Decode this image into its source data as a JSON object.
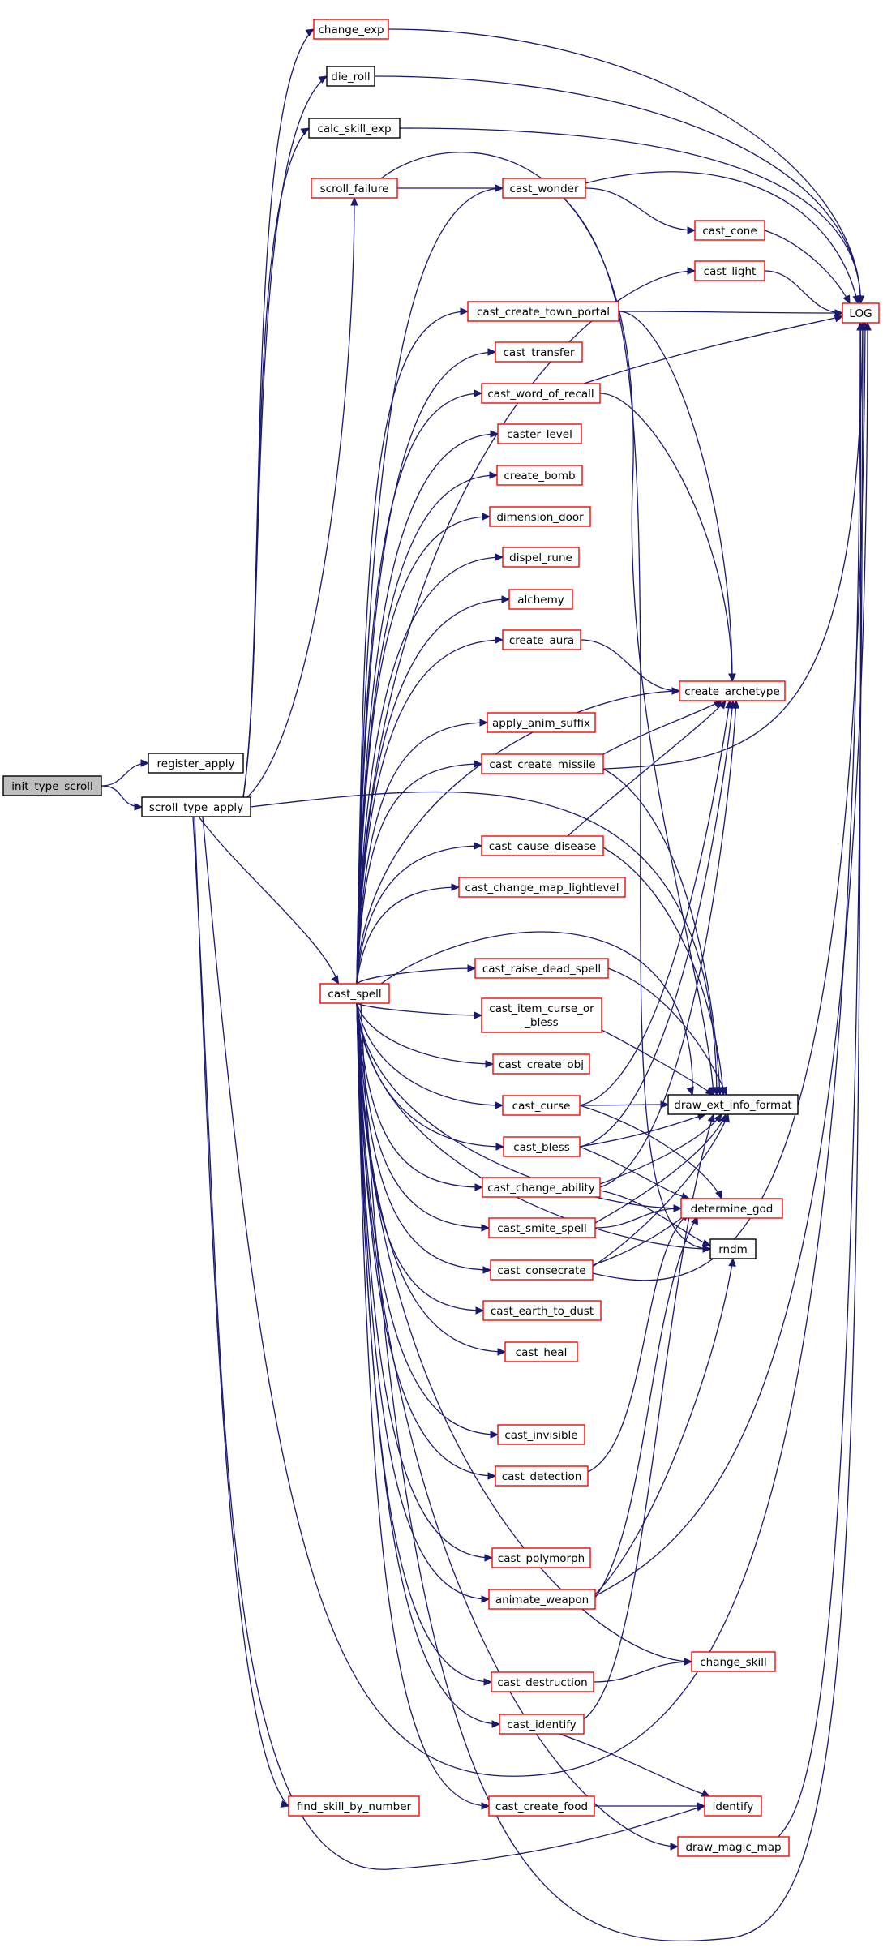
{
  "diagram": {
    "type": "call-graph",
    "colors": {
      "edge": "#191970",
      "link_node_border": "#ff0000",
      "plain_node_border": "#000000",
      "root_fill": "#bfbfbf"
    },
    "nodes": {
      "init_type_scroll": {
        "label": "init_type_scroll",
        "style": "root"
      },
      "register_apply": {
        "label": "register_apply",
        "style": "black"
      },
      "scroll_type_apply": {
        "label": "scroll_type_apply",
        "style": "black"
      },
      "change_exp": {
        "label": "change_exp",
        "style": "red"
      },
      "die_roll": {
        "label": "die_roll",
        "style": "black"
      },
      "calc_skill_exp": {
        "label": "calc_skill_exp",
        "style": "black"
      },
      "scroll_failure": {
        "label": "scroll_failure",
        "style": "red"
      },
      "cast_wonder": {
        "label": "cast_wonder",
        "style": "red"
      },
      "cast_cone": {
        "label": "cast_cone",
        "style": "red"
      },
      "cast_light": {
        "label": "cast_light",
        "style": "red"
      },
      "LOG": {
        "label": "LOG",
        "style": "red"
      },
      "cast_create_town_portal": {
        "label": "cast_create_town_portal",
        "style": "red"
      },
      "cast_transfer": {
        "label": "cast_transfer",
        "style": "red"
      },
      "cast_word_of_recall": {
        "label": "cast_word_of_recall",
        "style": "red"
      },
      "caster_level": {
        "label": "caster_level",
        "style": "red"
      },
      "create_bomb": {
        "label": "create_bomb",
        "style": "red"
      },
      "dimension_door": {
        "label": "dimension_door",
        "style": "red"
      },
      "dispel_rune": {
        "label": "dispel_rune",
        "style": "red"
      },
      "alchemy": {
        "label": "alchemy",
        "style": "red"
      },
      "create_aura": {
        "label": "create_aura",
        "style": "red"
      },
      "create_archetype": {
        "label": "create_archetype",
        "style": "red"
      },
      "apply_anim_suffix": {
        "label": "apply_anim_suffix",
        "style": "red"
      },
      "cast_create_missile": {
        "label": "cast_create_missile",
        "style": "red"
      },
      "cast_cause_disease": {
        "label": "cast_cause_disease",
        "style": "red"
      },
      "cast_change_map_lightlevel": {
        "label": "cast_change_map_lightlevel",
        "style": "red"
      },
      "cast_spell": {
        "label": "cast_spell",
        "style": "red"
      },
      "cast_raise_dead_spell": {
        "label": "cast_raise_dead_spell",
        "style": "red"
      },
      "cast_item_curse_or_bless": {
        "label": "cast_item_curse_or",
        "label2": "_bless",
        "style": "red"
      },
      "cast_create_obj": {
        "label": "cast_create_obj",
        "style": "red"
      },
      "cast_curse": {
        "label": "cast_curse",
        "style": "red"
      },
      "draw_ext_info_format": {
        "label": "draw_ext_info_format",
        "style": "black"
      },
      "cast_bless": {
        "label": "cast_bless",
        "style": "red"
      },
      "cast_change_ability": {
        "label": "cast_change_ability",
        "style": "red"
      },
      "determine_god": {
        "label": "determine_god",
        "style": "red"
      },
      "cast_smite_spell": {
        "label": "cast_smite_spell",
        "style": "red"
      },
      "rndm": {
        "label": "rndm",
        "style": "black"
      },
      "cast_consecrate": {
        "label": "cast_consecrate",
        "style": "red"
      },
      "cast_earth_to_dust": {
        "label": "cast_earth_to_dust",
        "style": "red"
      },
      "cast_heal": {
        "label": "cast_heal",
        "style": "red"
      },
      "cast_invisible": {
        "label": "cast_invisible",
        "style": "red"
      },
      "cast_detection": {
        "label": "cast_detection",
        "style": "red"
      },
      "cast_polymorph": {
        "label": "cast_polymorph",
        "style": "red"
      },
      "animate_weapon": {
        "label": "animate_weapon",
        "style": "red"
      },
      "change_skill": {
        "label": "change_skill",
        "style": "red"
      },
      "cast_destruction": {
        "label": "cast_destruction",
        "style": "red"
      },
      "cast_identify": {
        "label": "cast_identify",
        "style": "red"
      },
      "find_skill_by_number": {
        "label": "find_skill_by_number",
        "style": "red"
      },
      "cast_create_food": {
        "label": "cast_create_food",
        "style": "red"
      },
      "identify": {
        "label": "identify",
        "style": "red"
      },
      "draw_magic_map": {
        "label": "draw_magic_map",
        "style": "red"
      }
    }
  }
}
